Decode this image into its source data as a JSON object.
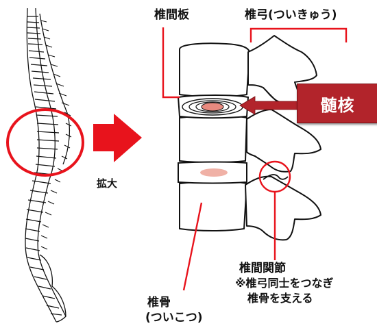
{
  "labels": {
    "intervertebral_disc": "椎間板",
    "vertebral_arch": "椎弓(ついきゅう)",
    "nucleus": "髄核",
    "magnify": "拡大",
    "facet_joint": "椎間関節",
    "facet_note_1": "※椎弓同士をつなぎ",
    "facet_note_2": "椎骨を支える",
    "vertebra_1": "椎骨",
    "vertebra_2": "(ついこつ)"
  },
  "colors": {
    "highlight_red": "#e8131c",
    "nucleus_box": "#b2242b",
    "nucleus_core": "#e88a7f",
    "outline": "#111111"
  },
  "icons": [
    "magnify-arrow-icon",
    "nucleus-pointer-arrow-icon"
  ]
}
